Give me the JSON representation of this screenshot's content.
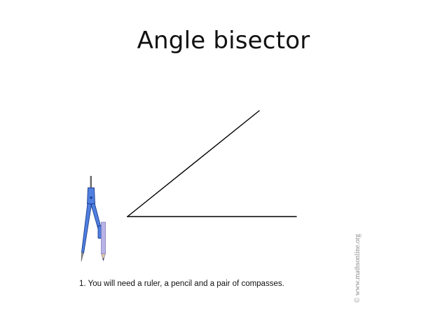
{
  "slide": {
    "title": "Angle bisector",
    "instruction": "1. You will need a ruler, a pencil and a pair of compasses.",
    "watermark": "© www.mathsonline.org"
  },
  "diagram": {
    "angle": {
      "ray_color": "#000000"
    },
    "compass": {
      "icon": "compass-icon",
      "body_color": "#4f7fe0",
      "outline_color": "#1f3f8f",
      "pencil_color": "#b9b3e6",
      "metal_color": "#8a8a8a"
    }
  }
}
